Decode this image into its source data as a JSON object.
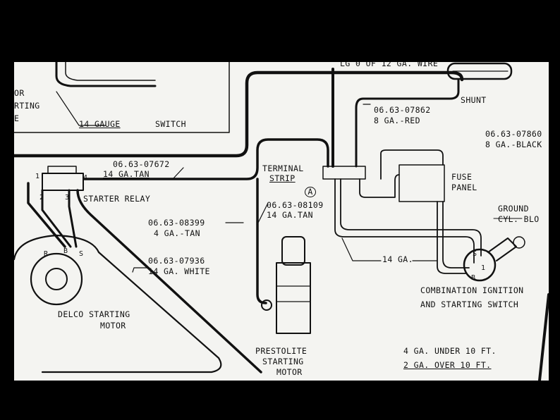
{
  "diagram": {
    "labels": {
      "top_wire": "LG 0 OF 12 GA. WIRE",
      "gauge14_top": "14 GAUGE",
      "switch": "SWITCH",
      "motor_left_top1": "OR",
      "motor_left_top2": "RTING",
      "motor_left_top3": "E",
      "shunt": "SHUNT",
      "w07862_part": "06.63-07862",
      "w07862_gauge": "8 GA.-RED",
      "w07860_part": "06.63-07860",
      "w07860_gauge": "8 GA.-BLACK",
      "w07672_part": "06.63-07672",
      "w07672_gauge": "14 GA.TAN",
      "terminal_strip_1": "TERMINAL",
      "terminal_strip_2": "STRIP",
      "terminal_a": "A",
      "w08109_part": "06.63-08109",
      "w08109_gauge": "14 GA.TAN",
      "fuse_panel_1": "FUSE",
      "fuse_panel_2": "PANEL",
      "ground_1": "GROUND",
      "ground_2": "CYL. BLO",
      "starter_relay": "STARTER RELAY",
      "relay_t1": "1",
      "relay_t2": "2",
      "relay_t3": "3",
      "relay_t4": "4",
      "w08399_part": "06.63-08399",
      "w08399_gauge": "4 GA.-TAN",
      "gauge14_mid": "14 GA.",
      "w07936_part": "06.63-07936",
      "w07936_gauge": "14 GA. WHITE",
      "motor_r": "R",
      "motor_b": "B",
      "motor_s": "S",
      "switch_s": "S",
      "switch_1": "1",
      "switch_b": "B",
      "delco_1": "DELCO STARTING",
      "delco_2": "MOTOR",
      "combo_1": "COMBINATION IGNITION",
      "combo_2": "AND STARTING SWITCH",
      "prestolite_1": "PRESTOLITE",
      "prestolite_2": "STARTING",
      "prestolite_3": "MOTOR",
      "note_1": "4 GA. UNDER 10 FT.",
      "note_2": "2 GA. OVER 10 FT."
    }
  }
}
